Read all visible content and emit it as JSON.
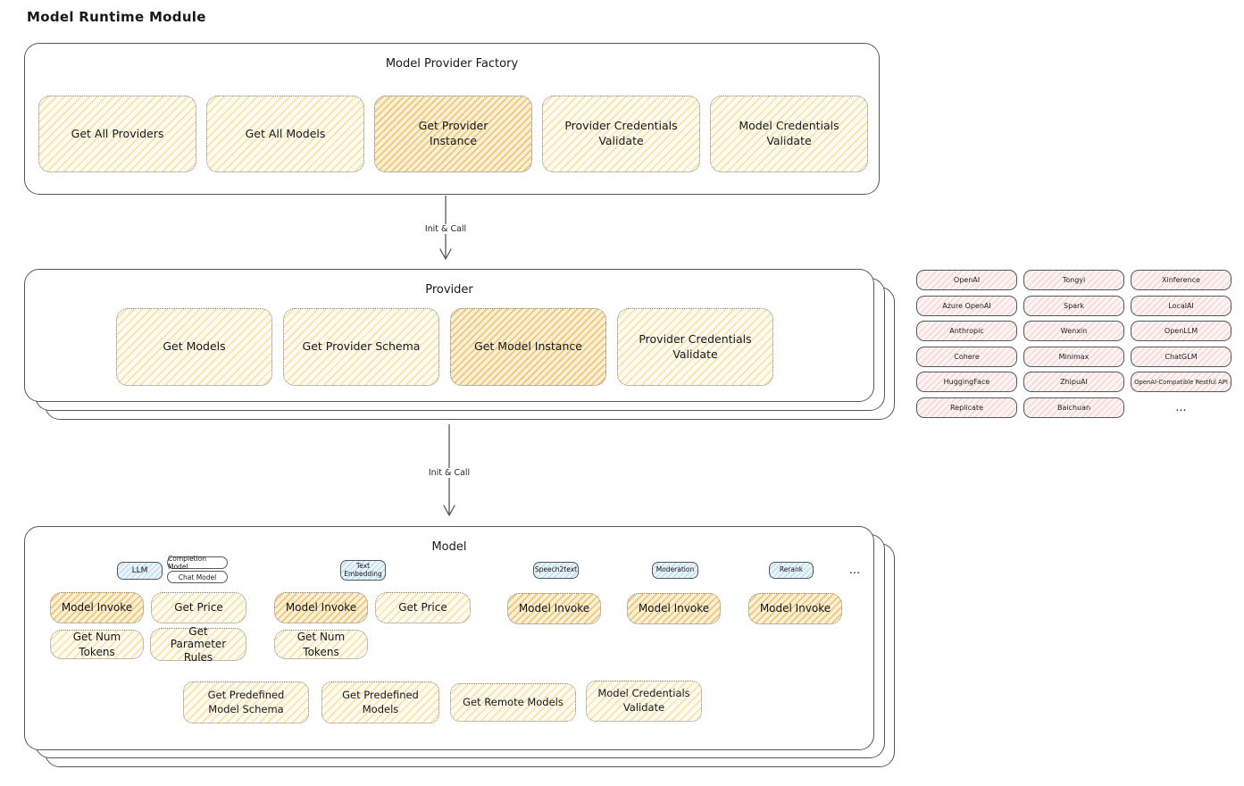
{
  "title": "Model Runtime Module",
  "colors": {
    "stroke": "#54575c",
    "yellow_fill": "#fefaf0",
    "yellow_hatch": "#f3de98",
    "orange_fill": "#fbf0d5",
    "orange_hatch": "#eec574",
    "pink_fill": "#fdf3f2",
    "pink_hatch": "#f2cbc7",
    "blue_fill": "#eaf4fb",
    "blue_hatch": "#bbd8ef"
  },
  "factory": {
    "title": "Model Provider Factory",
    "ops": [
      "Get All Providers",
      "Get All Models",
      "Get Provider Instance",
      "Provider Credentials Validate",
      "Model Credentials Validate"
    ]
  },
  "arrows": {
    "init_call_1": "Init & Call",
    "init_call_2": "Init & Call"
  },
  "provider": {
    "title": "Provider",
    "ops": [
      "Get Models",
      "Get Provider Schema",
      "Get Model Instance",
      "Provider Credentials Validate"
    ]
  },
  "provider_list": {
    "items": [
      "OpenAI",
      "Tongyi",
      "Xinference",
      "Azure OpenAI",
      "Spark",
      "LocalAI",
      "Anthropic",
      "Wenxin",
      "OpenLLM",
      "Cohere",
      "Minimax",
      "ChatGLM",
      "HuggingFace",
      "ZhipuAI",
      "OpenAI-Compatible Restful API",
      "Replicate",
      "Baichuan"
    ],
    "more": "..."
  },
  "model": {
    "title": "Model",
    "types": {
      "llm": "LLM",
      "completion_model": "Completion Model",
      "chat_model": "Chat Model",
      "text_embedding": "Text Embedding",
      "speech2text": "Speech2text",
      "moderation": "Moderation",
      "rerank": "Rerank",
      "more": "..."
    },
    "llm_ops": {
      "invoke": "Model Invoke",
      "get_price": "Get Price",
      "get_num_tokens": "Get Num Tokens",
      "get_parameter_rules": "Get Parameter Rules"
    },
    "text_embedding_ops": {
      "invoke": "Model Invoke",
      "get_price": "Get Price",
      "get_num_tokens": "Get Num Tokens"
    },
    "speech2text_ops": {
      "invoke": "Model Invoke"
    },
    "moderation_ops": {
      "invoke": "Model Invoke"
    },
    "rerank_ops": {
      "invoke": "Model Invoke"
    },
    "common_ops": [
      "Get Predefined Model Schema",
      "Get Predefined Models",
      "Get Remote Models",
      "Model Credentials Validate"
    ]
  }
}
